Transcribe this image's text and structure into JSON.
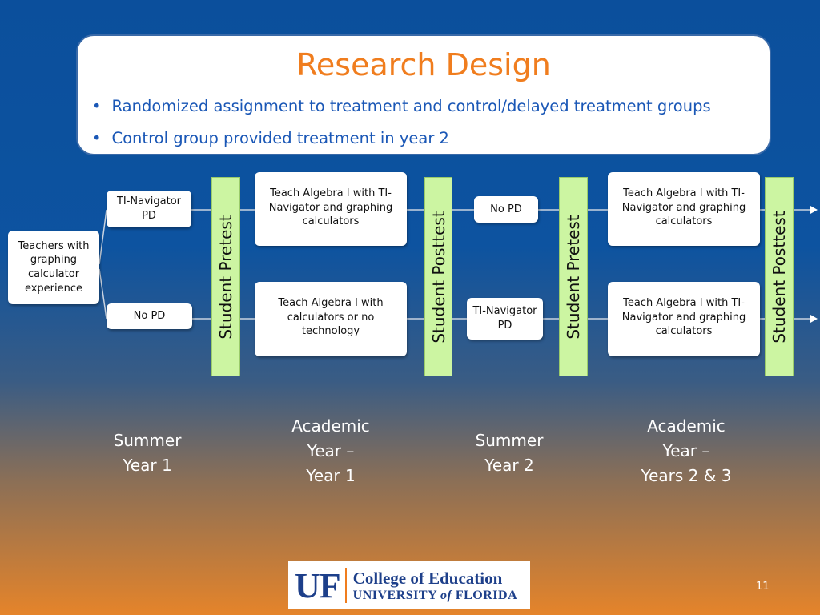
{
  "header": {
    "title": "Research Design",
    "bullets": [
      "Randomized assignment to treatment and control/delayed treatment groups",
      "Control group provided treatment in year 2"
    ]
  },
  "diagram": {
    "start": "Teachers with graphing calculator experience",
    "year1_pd_top": "TI-Navigator PD",
    "year1_pd_bottom": "No PD",
    "pretest1": "Student Pretest",
    "year1_teach_top": "Teach Algebra I with TI-Navigator and graphing calculators",
    "year1_teach_bottom": "Teach Algebra I with calculators or no technology",
    "posttest1": "Student Posttest",
    "year2_pd_top": "No PD",
    "year2_pd_bottom": "TI-Navigator PD",
    "pretest2": "Student Pretest",
    "year2_teach_top": "Teach Algebra I with TI-Navigator and graphing calculators",
    "year2_teach_bottom": "Teach Algebra I with TI-Navigator and graphing calculators",
    "posttest2": "Student Posttest"
  },
  "periods": {
    "p1": [
      "Summer",
      "Year 1"
    ],
    "p2": [
      "Academic",
      "Year –",
      "Year 1"
    ],
    "p3": [
      "Summer",
      "Year 2"
    ],
    "p4": [
      "Academic",
      "Year –",
      "Years 2 & 3"
    ]
  },
  "footer": {
    "logo_mark": "UF",
    "logo_line1": "College of Education",
    "logo_line2_a": "UNIVERSITY",
    "logo_line2_of": "of",
    "logo_line2_b": "FLORIDA",
    "page_number": "11"
  },
  "colors": {
    "title": "#f07d1e",
    "bullet_text": "#1a57b6",
    "test_bar": "#ccf5a2"
  }
}
